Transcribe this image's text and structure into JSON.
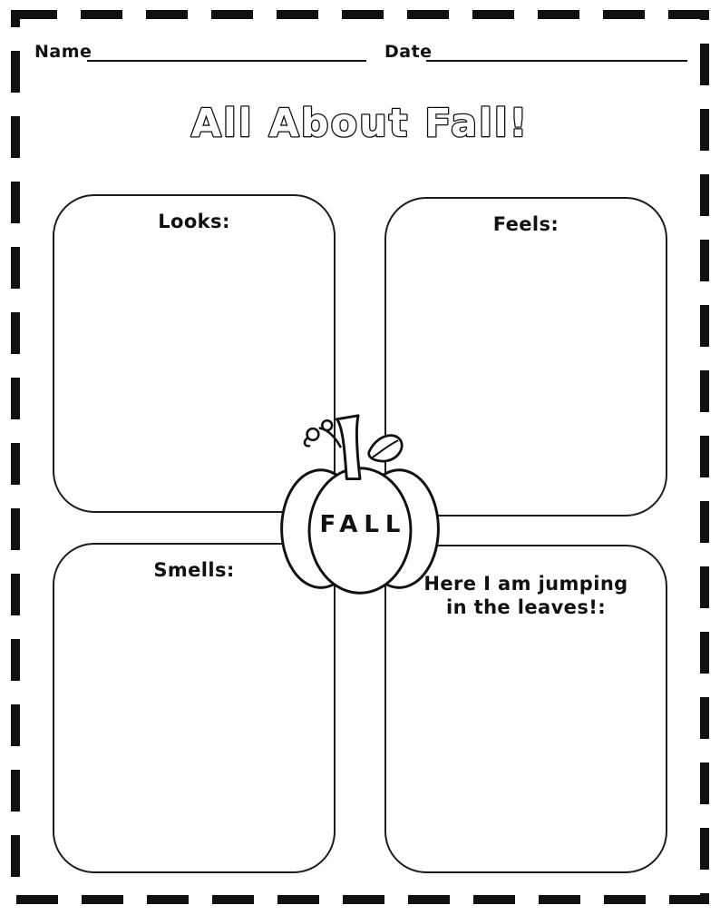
{
  "header": {
    "name_label": "Name",
    "date_label": "Date"
  },
  "title": "All About Fall!",
  "center": {
    "label": "FALL"
  },
  "boxes": {
    "looks": {
      "label": "Looks:"
    },
    "feels": {
      "label": "Feels:"
    },
    "smells": {
      "label": "Smells:"
    },
    "jumping": {
      "label_line1": "Here I am jumping",
      "label_line2": "in the leaves!:"
    }
  },
  "colors": {
    "ink": "#111111",
    "paper": "#ffffff"
  }
}
